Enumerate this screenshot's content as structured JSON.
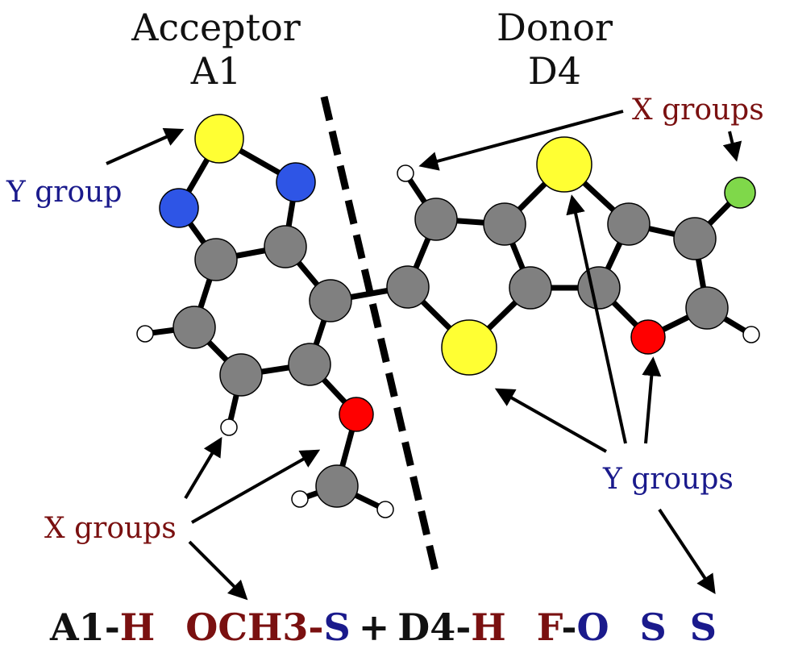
{
  "acceptor": {
    "title": "Acceptor",
    "id": "A1"
  },
  "donor": {
    "title": "Donor",
    "id": "D4"
  },
  "labels": {
    "y_group": "Y group",
    "x_groups_top": "X groups",
    "x_groups_bottom": "X groups",
    "y_groups": "Y groups"
  },
  "formula": {
    "a1": "A1-",
    "a1_x1": "H",
    "a1_x2": "OCH3",
    "dash1": "-",
    "a1_y": "S",
    "plus": "+",
    "d4": "D4-",
    "d4_x1": "H",
    "d4_x2": "F",
    "dash2": "-",
    "d4_y1": "O",
    "d4_y2": "S",
    "d4_y3": "S"
  },
  "colors": {
    "carbon": "#808080",
    "sulfur": "#ffff33",
    "nitrogen": "#2e55e6",
    "oxygen": "#ff0000",
    "fluorine": "#7fd84a",
    "hydrogen": "#ffffff",
    "x_label": "#7a1010",
    "y_label": "#1a1a8c",
    "black_text": "#111111"
  }
}
